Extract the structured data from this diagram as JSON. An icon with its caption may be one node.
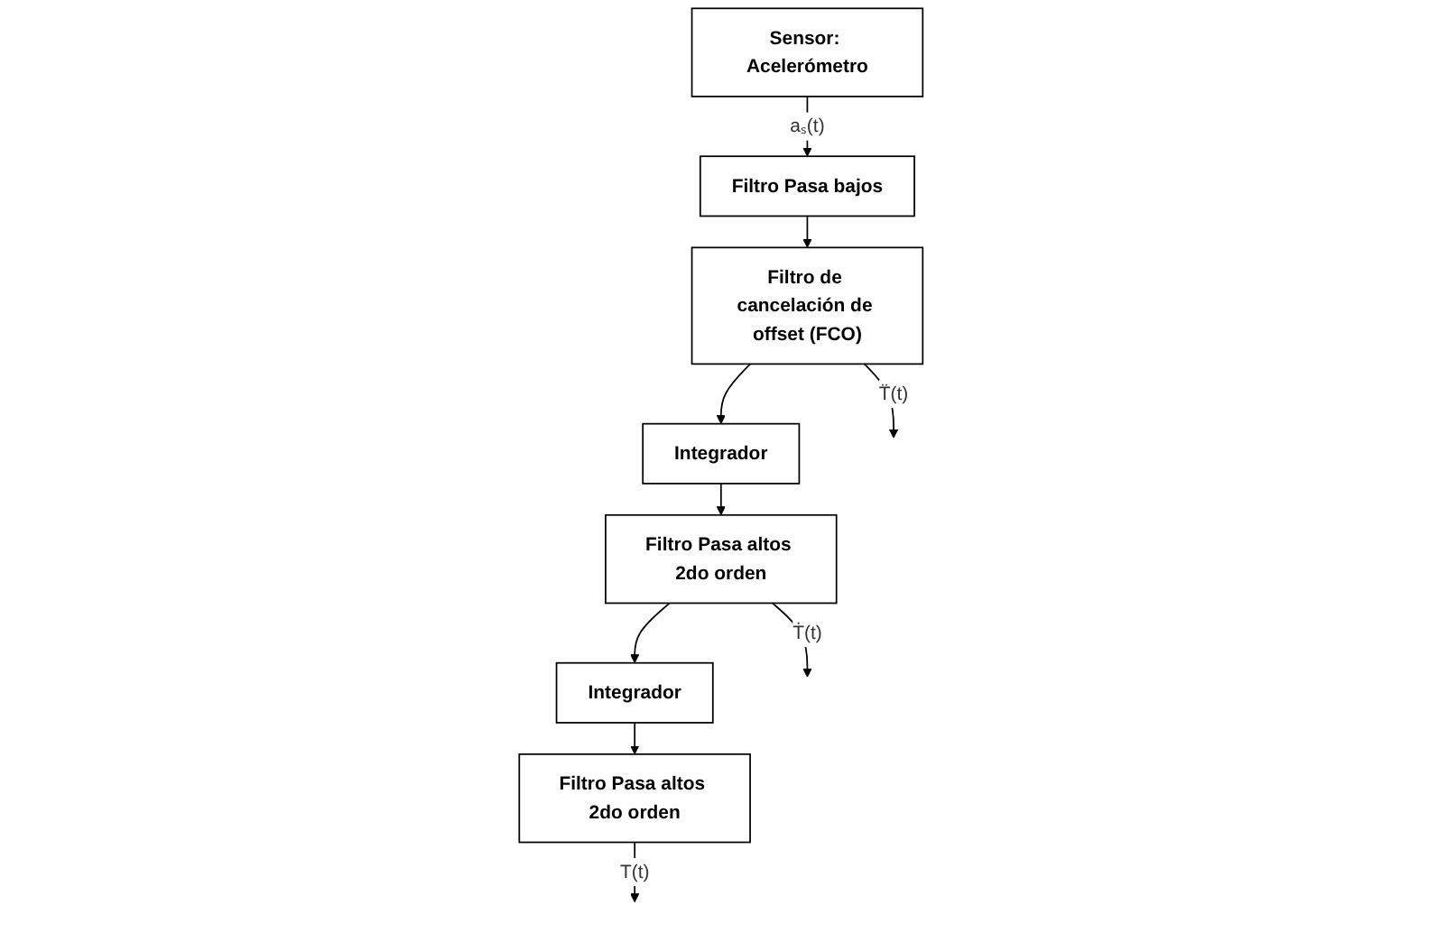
{
  "diagram": {
    "nodes": [
      {
        "text": [
          "Sensor: Acelerómetro"
        ]
      },
      {
        "text": [
          "Filtro Pasa bajos"
        ]
      },
      {
        "text": [
          "Filtro de cancelación de offset (FCO)"
        ]
      },
      {
        "text": [
          "Integrador"
        ]
      },
      {
        "text": [
          "Filtro Pasa altos 2do orden"
        ]
      },
      {
        "text": [
          "Integrador"
        ]
      },
      {
        "text": [
          "Filtro Pasa altos 2do orden"
        ]
      }
    ],
    "edges": [
      {
        "from": 0,
        "to": 1,
        "arrow": "to",
        "label": "aₛ(t)"
      },
      {
        "from": 1,
        "to": 2,
        "arrow": "to"
      },
      {
        "from": 2,
        "to": null,
        "arrow": "to",
        "label": "T̈(t)"
      },
      {
        "from": 2,
        "to": 3,
        "arrow": "to"
      },
      {
        "from": 3,
        "to": 4,
        "arrow": "to"
      },
      {
        "from": 4,
        "to": null,
        "arrow": "to",
        "label": "Ṫ(t)"
      },
      {
        "from": 4,
        "to": 5,
        "arrow": "to"
      },
      {
        "from": 5,
        "to": 6,
        "arrow": "to"
      },
      {
        "from": 6,
        "to": null,
        "arrow": "to",
        "label": "T(t)"
      }
    ]
  }
}
